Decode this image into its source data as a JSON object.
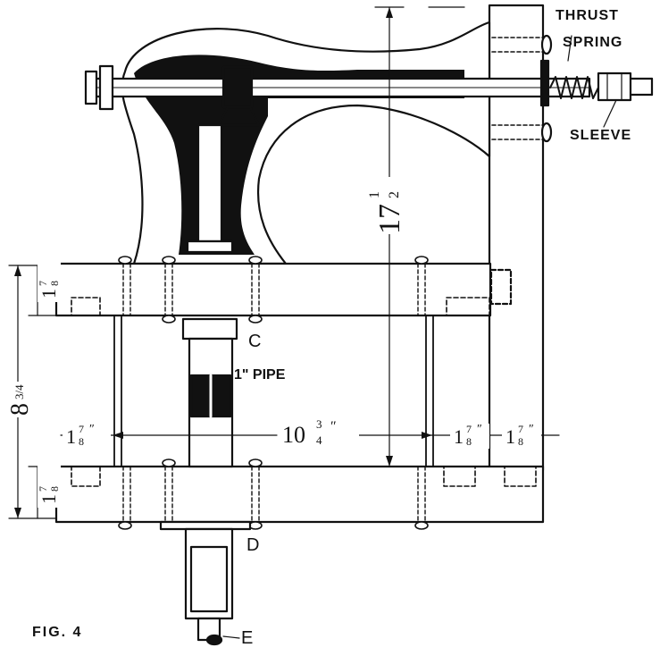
{
  "figure": {
    "caption": "FIG. 4",
    "labels": {
      "thrust": "THRUST",
      "spring": "SPRING",
      "sleeve": "SLEEVE",
      "pipe": "1\" PIPE",
      "c": "C",
      "d": "D",
      "e": "E"
    },
    "dimensions": {
      "height_total": "17½\"",
      "height_total_whole": "17",
      "height_total_frac_num": "1",
      "height_total_frac_den": "2",
      "left_overall_whole": "8",
      "left_overall_frac": "3/4",
      "top_plate_whole": "1",
      "top_plate_num": "7",
      "top_plate_den": "8",
      "bottom_plate_whole": "1",
      "bottom_plate_num": "7",
      "bottom_plate_den": "8",
      "span_whole": "10",
      "span_num": "3",
      "span_den": "4",
      "left_post_whole": "1",
      "left_post_num": "7",
      "left_post_den": "8",
      "right_a_whole": "1",
      "right_a_num": "7",
      "right_a_den": "8",
      "right_b_whole": "1",
      "right_b_num": "7",
      "right_b_den": "8"
    },
    "colors": {
      "ink": "#111111",
      "paper": "#ffffff"
    }
  }
}
